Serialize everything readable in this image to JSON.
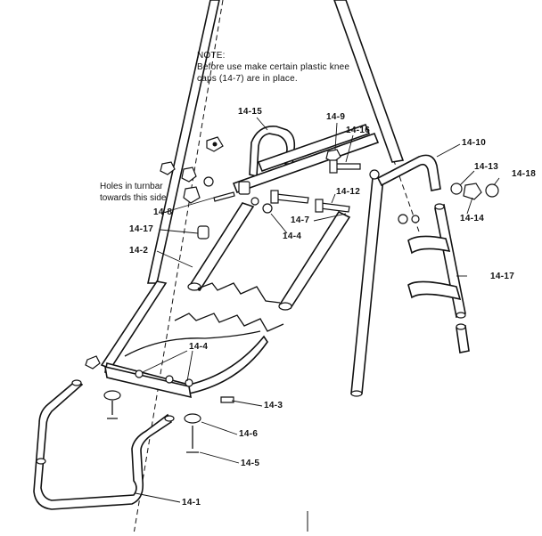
{
  "note": {
    "lines": [
      "NOTE:",
      "Before use make certain plastic knee",
      "caps (14-7) are in place."
    ]
  },
  "side_note": {
    "lines": [
      "Holes in turnbar",
      "towards this side"
    ]
  },
  "labels": {
    "l14_15": "14-15",
    "l14_9": "14-9",
    "l14_16": "14-16",
    "l14_10": "14-10",
    "l14_13": "14-13",
    "l14_18": "14-18",
    "l14_12": "14-12",
    "l14_7": "14-7",
    "l14_4a": "14-4",
    "l14_14": "14-14",
    "l14_8": "14-8",
    "l14_17a": "14-17",
    "l14_2": "14-2",
    "l14_17b": "14-17",
    "l14_4b": "14-4",
    "l14_3": "14-3",
    "l14_6": "14-6",
    "l14_5": "14-5",
    "l14_1": "14-1"
  }
}
